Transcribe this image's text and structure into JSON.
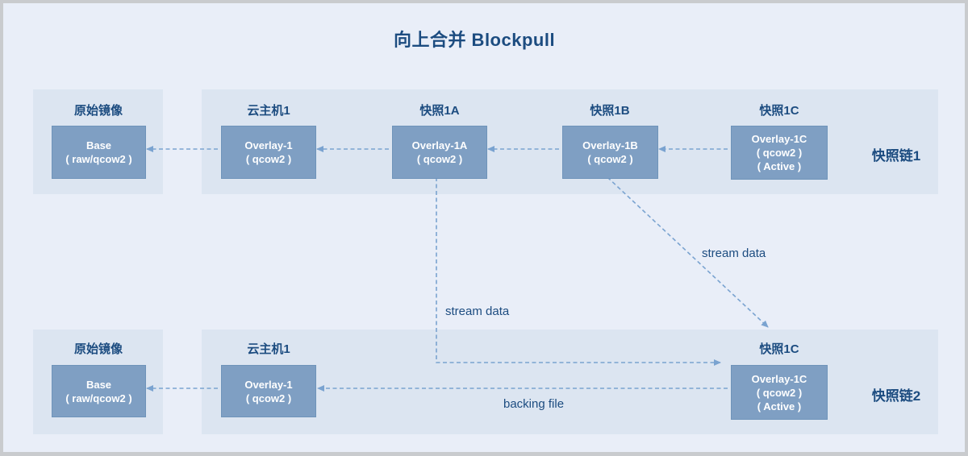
{
  "title": "向上合并 Blockpull",
  "chain1": {
    "label": "快照链1",
    "origin": {
      "title": "原始镜像",
      "line1": "Base",
      "line2": "( raw/qcow2 )"
    },
    "vm": {
      "title": "云主机1",
      "line1": "Overlay-1",
      "line2": "( qcow2 )"
    },
    "snapA": {
      "title": "快照1A",
      "line1": "Overlay-1A",
      "line2": "( qcow2 )"
    },
    "snapB": {
      "title": "快照1B",
      "line1": "Overlay-1B",
      "line2": "( qcow2 )"
    },
    "snapC": {
      "title": "快照1C",
      "line1": "Overlay-1C",
      "line2": "( qcow2 )",
      "line3": "( Active )"
    }
  },
  "chain2": {
    "label": "快照链2",
    "origin": {
      "title": "原始镜像",
      "line1": "Base",
      "line2": "( raw/qcow2 )"
    },
    "vm": {
      "title": "云主机1",
      "line1": "Overlay-1",
      "line2": "( qcow2 )"
    },
    "snapC": {
      "title": "快照1C",
      "line1": "Overlay-1C",
      "line2": "( qcow2 )",
      "line3": "( Active )"
    }
  },
  "annotations": {
    "stream_data_vertical": "stream data",
    "stream_data_diagonal": "stream data",
    "backing_file": "backing file"
  },
  "colors": {
    "background": "#e9eef8",
    "panel": "#dce5f1",
    "node_fill": "#7f9fc3",
    "node_border": "#6f94ba",
    "dark_text": "#1c4c80",
    "arrow": "#7aa3d0",
    "frame_border": "#c9cbce"
  }
}
